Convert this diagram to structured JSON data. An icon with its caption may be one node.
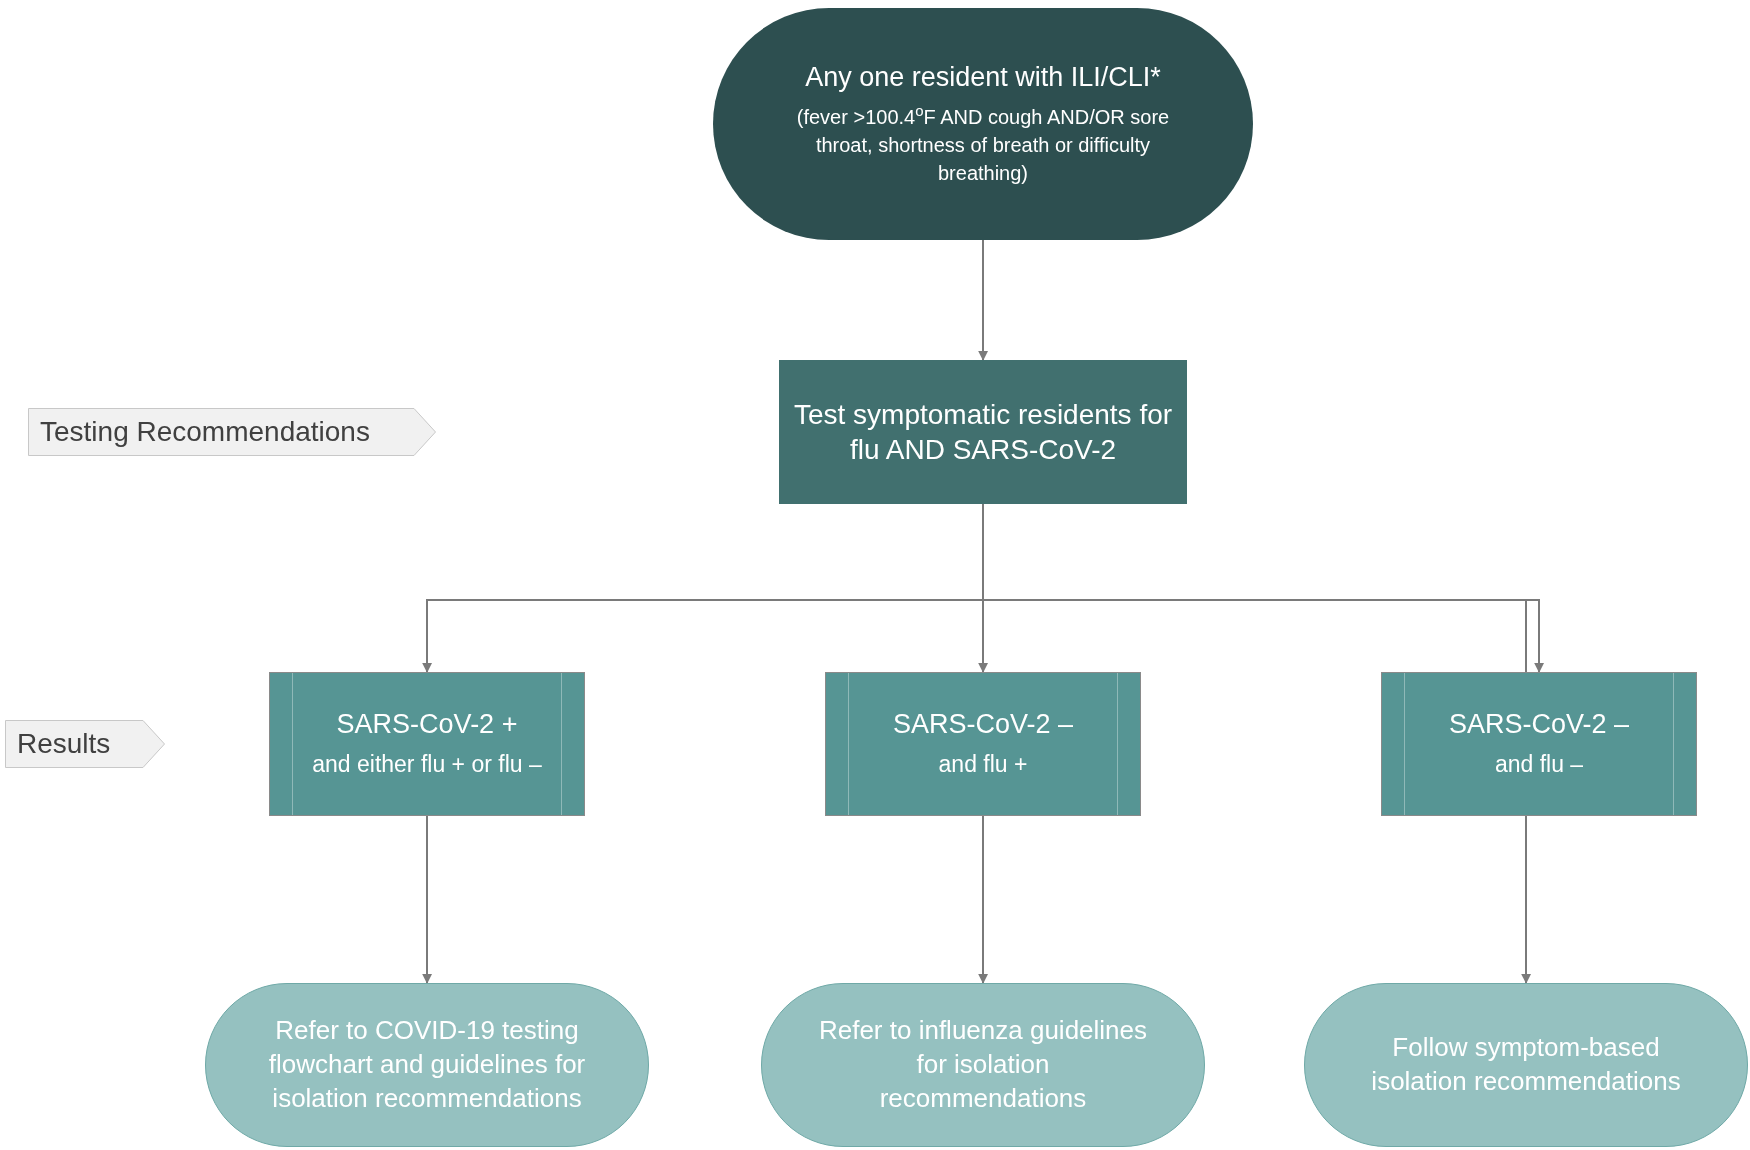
{
  "diagram": {
    "nodes": [
      {
        "text": [
          "Any one resident with ILI/CLI*",
          "(fever >100.4$^{o}$F AND cough AND/OR sore throat, shortness of breath or difficulty breathing)"
        ]
      },
      {
        "text": [
          "Test symptomatic residents for flu AND SARS-CoV-2"
        ]
      },
      {
        "text": [
          "Testing Recommendations"
        ]
      },
      {
        "text": [
          "SARS-CoV-2 +",
          "and either flu + or flu –"
        ]
      },
      {
        "text": [
          "SARS-CoV-2 –",
          "and flu +"
        ]
      },
      {
        "text": [
          "SARS-CoV-2 –",
          "and flu –"
        ]
      },
      {
        "text": [
          "Results"
        ]
      },
      {
        "text": [
          "Refer to COVID-19 testing flowchart and guidelines for isolation recommendations"
        ]
      },
      {
        "text": [
          "Refer to influenza guidelines for isolation recommendations"
        ]
      },
      {
        "text": [
          "Follow symptom-based isolation recommendations"
        ]
      }
    ],
    "edges": [
      {
        "from": 0,
        "to": 1,
        "arrow": "to"
      },
      {
        "from": 1,
        "to": 3,
        "arrow": "to"
      },
      {
        "from": 1,
        "to": 4,
        "arrow": "to"
      },
      {
        "from": 1,
        "to": 5,
        "arrow": "to"
      },
      {
        "from": 3,
        "to": 7,
        "arrow": "to"
      },
      {
        "from": 4,
        "to": 8,
        "arrow": "to"
      },
      {
        "from": 5,
        "to": 9,
        "arrow": "to"
      }
    ]
  }
}
